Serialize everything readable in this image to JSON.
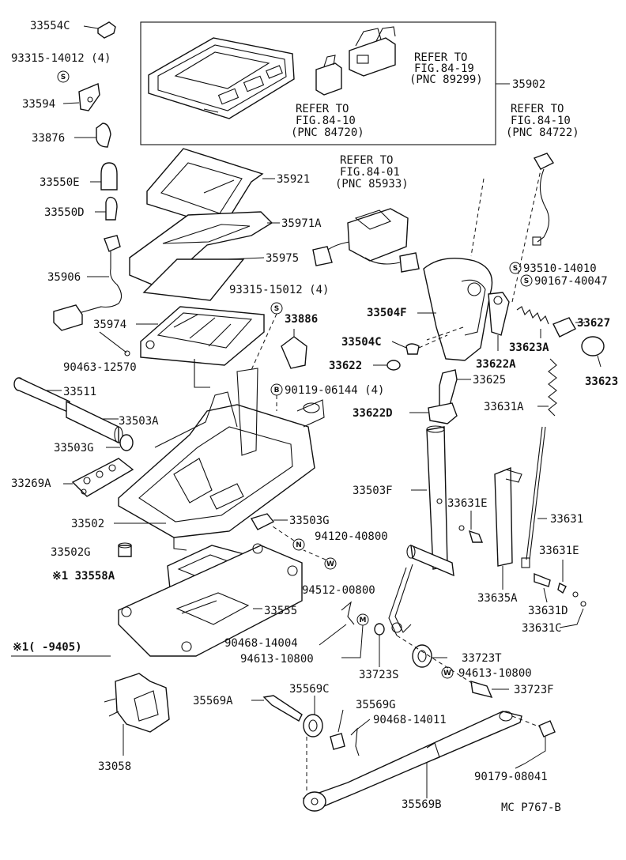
{
  "diagram": {
    "figure_code": "MC  P767-B",
    "note_mark": "※1(     -9405)",
    "refs": {
      "r1": [
        "REFER TO",
        "FIG.84-19",
        "(PNC 89299)"
      ],
      "r2": [
        "REFER TO",
        "FIG.84-10",
        "(PNC 84720)"
      ],
      "r3": [
        "REFER TO",
        "FIG.84-10",
        "(PNC 84722)"
      ],
      "r4": [
        "REFER TO",
        "FIG.84-01",
        "(PNC 85933)"
      ]
    },
    "labels": {
      "p33554C": "33554C",
      "p93315_14012": "93315-14012 (4)",
      "p33594": "33594",
      "p33876": "33876",
      "p33550E": "33550E",
      "p33550D": "33550D",
      "p35906": "35906",
      "p35902": "35902",
      "p35921": "35921",
      "p35971A": "35971A",
      "p35975": "35975",
      "p93315_15012": "93315-15012 (4)",
      "p35974": "35974",
      "p33886": "33886",
      "p90463_12570": "90463-12570",
      "p33511": "33511",
      "p90119_06144": "90119-06144 (4)",
      "p33503A": "33503A",
      "p33503G_a": "33503G",
      "p33269A": "33269A",
      "p33502": "33502",
      "p33503G_b": "33503G",
      "p94120_40800": "94120-40800",
      "p33502G": "33502G",
      "p33558A": "※1 33558A",
      "p94512_00800": "94512-00800",
      "p33555": "33555",
      "p90468_14004": "90468-14004",
      "p94613_10800_a": "94613-10800",
      "p33723S": "33723S",
      "p33723T": "33723T",
      "p94613_10800_b": "94613-10800",
      "p33723F": "33723F",
      "p33058": "33058",
      "p35569A": "35569A",
      "p35569C": "35569C",
      "p35569G": "35569G",
      "p90468_14011": "90468-14011",
      "p35569B": "35569B",
      "p90179_08041": "90179-08041",
      "p93510_14010": "93510-14010",
      "p90167_40047": "90167-40047",
      "p33504F": "33504F",
      "p33627": "33627",
      "p33504C": "33504C",
      "p33623A": "33623A",
      "p33622": "33622",
      "p33622A": "33622A",
      "p33623": "33623",
      "p33625": "33625",
      "p33622D": "33622D",
      "p33631A": "33631A",
      "p33503F": "33503F",
      "p33631E_a": "33631E",
      "p33631": "33631",
      "p33631E_b": "33631E",
      "p33635A": "33635A",
      "p33631D": "33631D",
      "p33631C": "33631C"
    },
    "symbols": {
      "s": "S",
      "b": "B",
      "n": "N",
      "w": "W",
      "m": "M"
    }
  }
}
